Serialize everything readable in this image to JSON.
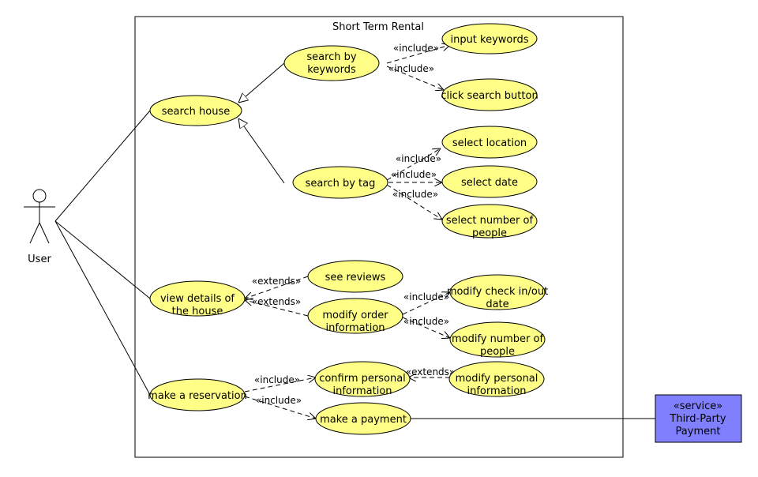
{
  "diagram": {
    "system_title": "Short Term Rental",
    "actor": {
      "label": "User"
    },
    "service": {
      "stereotype": "«service»",
      "line1": "Third-Party",
      "line2": "Payment",
      "fill": "#8080ff"
    },
    "colors": {
      "usecase_fill": "#ffff88",
      "stroke": "#000000"
    },
    "use_cases": {
      "search_house": {
        "line1": "search house"
      },
      "search_by_keywords": {
        "line1": "search by",
        "line2": "keywords"
      },
      "input_keywords": {
        "line1": "input keywords"
      },
      "click_search_button": {
        "line1": "click search button"
      },
      "search_by_tag": {
        "line1": "search by tag"
      },
      "select_location": {
        "line1": "select location"
      },
      "select_date": {
        "line1": "select date"
      },
      "select_number_of_people": {
        "line1": "select number of",
        "line2": "people"
      },
      "view_details": {
        "line1": "view details of",
        "line2": "the house"
      },
      "see_reviews": {
        "line1": "see reviews"
      },
      "modify_order": {
        "line1": "modify order",
        "line2": "information"
      },
      "modify_check": {
        "line1": "modify check in/out",
        "line2": "date"
      },
      "modify_number": {
        "line1": "modify number of",
        "line2": "people"
      },
      "make_reservation": {
        "line1": "make a reservation"
      },
      "confirm_personal": {
        "line1": "confirm personal",
        "line2": "information"
      },
      "modify_personal": {
        "line1": "modify personal",
        "line2": "information"
      },
      "make_payment": {
        "line1": "make a payment"
      }
    },
    "labels": {
      "include": "«include»",
      "extends": "«extends»"
    }
  }
}
